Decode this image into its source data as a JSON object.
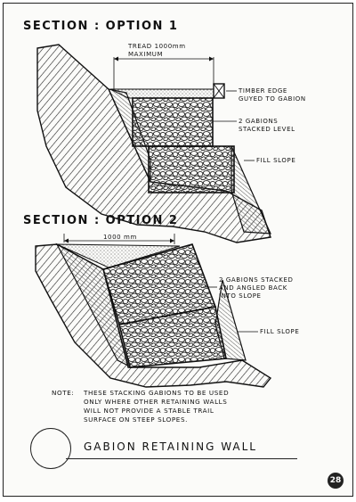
{
  "option1": {
    "title": "SECTION : OPTION 1",
    "tread_label_1": "TREAD 1000mm",
    "tread_label_2": "MAXIMUM",
    "timber_edge_1": "TIMBER EDGE",
    "timber_edge_2": "GUYED TO GABION",
    "gabions_1": "2 GABIONS",
    "gabions_2": "STACKED LEVEL",
    "fill_slope": "FILL SLOPE"
  },
  "option2": {
    "title": "SECTION : OPTION 2",
    "width_label": "1000 mm",
    "gabions_1": "2 GABIONS STACKED",
    "gabions_2": "AND ANGLED BACK",
    "gabions_3": "INTO SLOPE",
    "fill_slope": "FILL SLOPE"
  },
  "note": {
    "head": "NOTE:",
    "line1": "THESE STACKING GABIONS TO BE USED",
    "line2": "ONLY WHERE OTHER RETAINING WALLS",
    "line3": "WILL NOT PROVIDE A STABLE TRAIL",
    "line4": "SURFACE ON STEEP SLOPES."
  },
  "sheet": {
    "title": "GABION RETAINING WALL",
    "page_number": "28"
  }
}
